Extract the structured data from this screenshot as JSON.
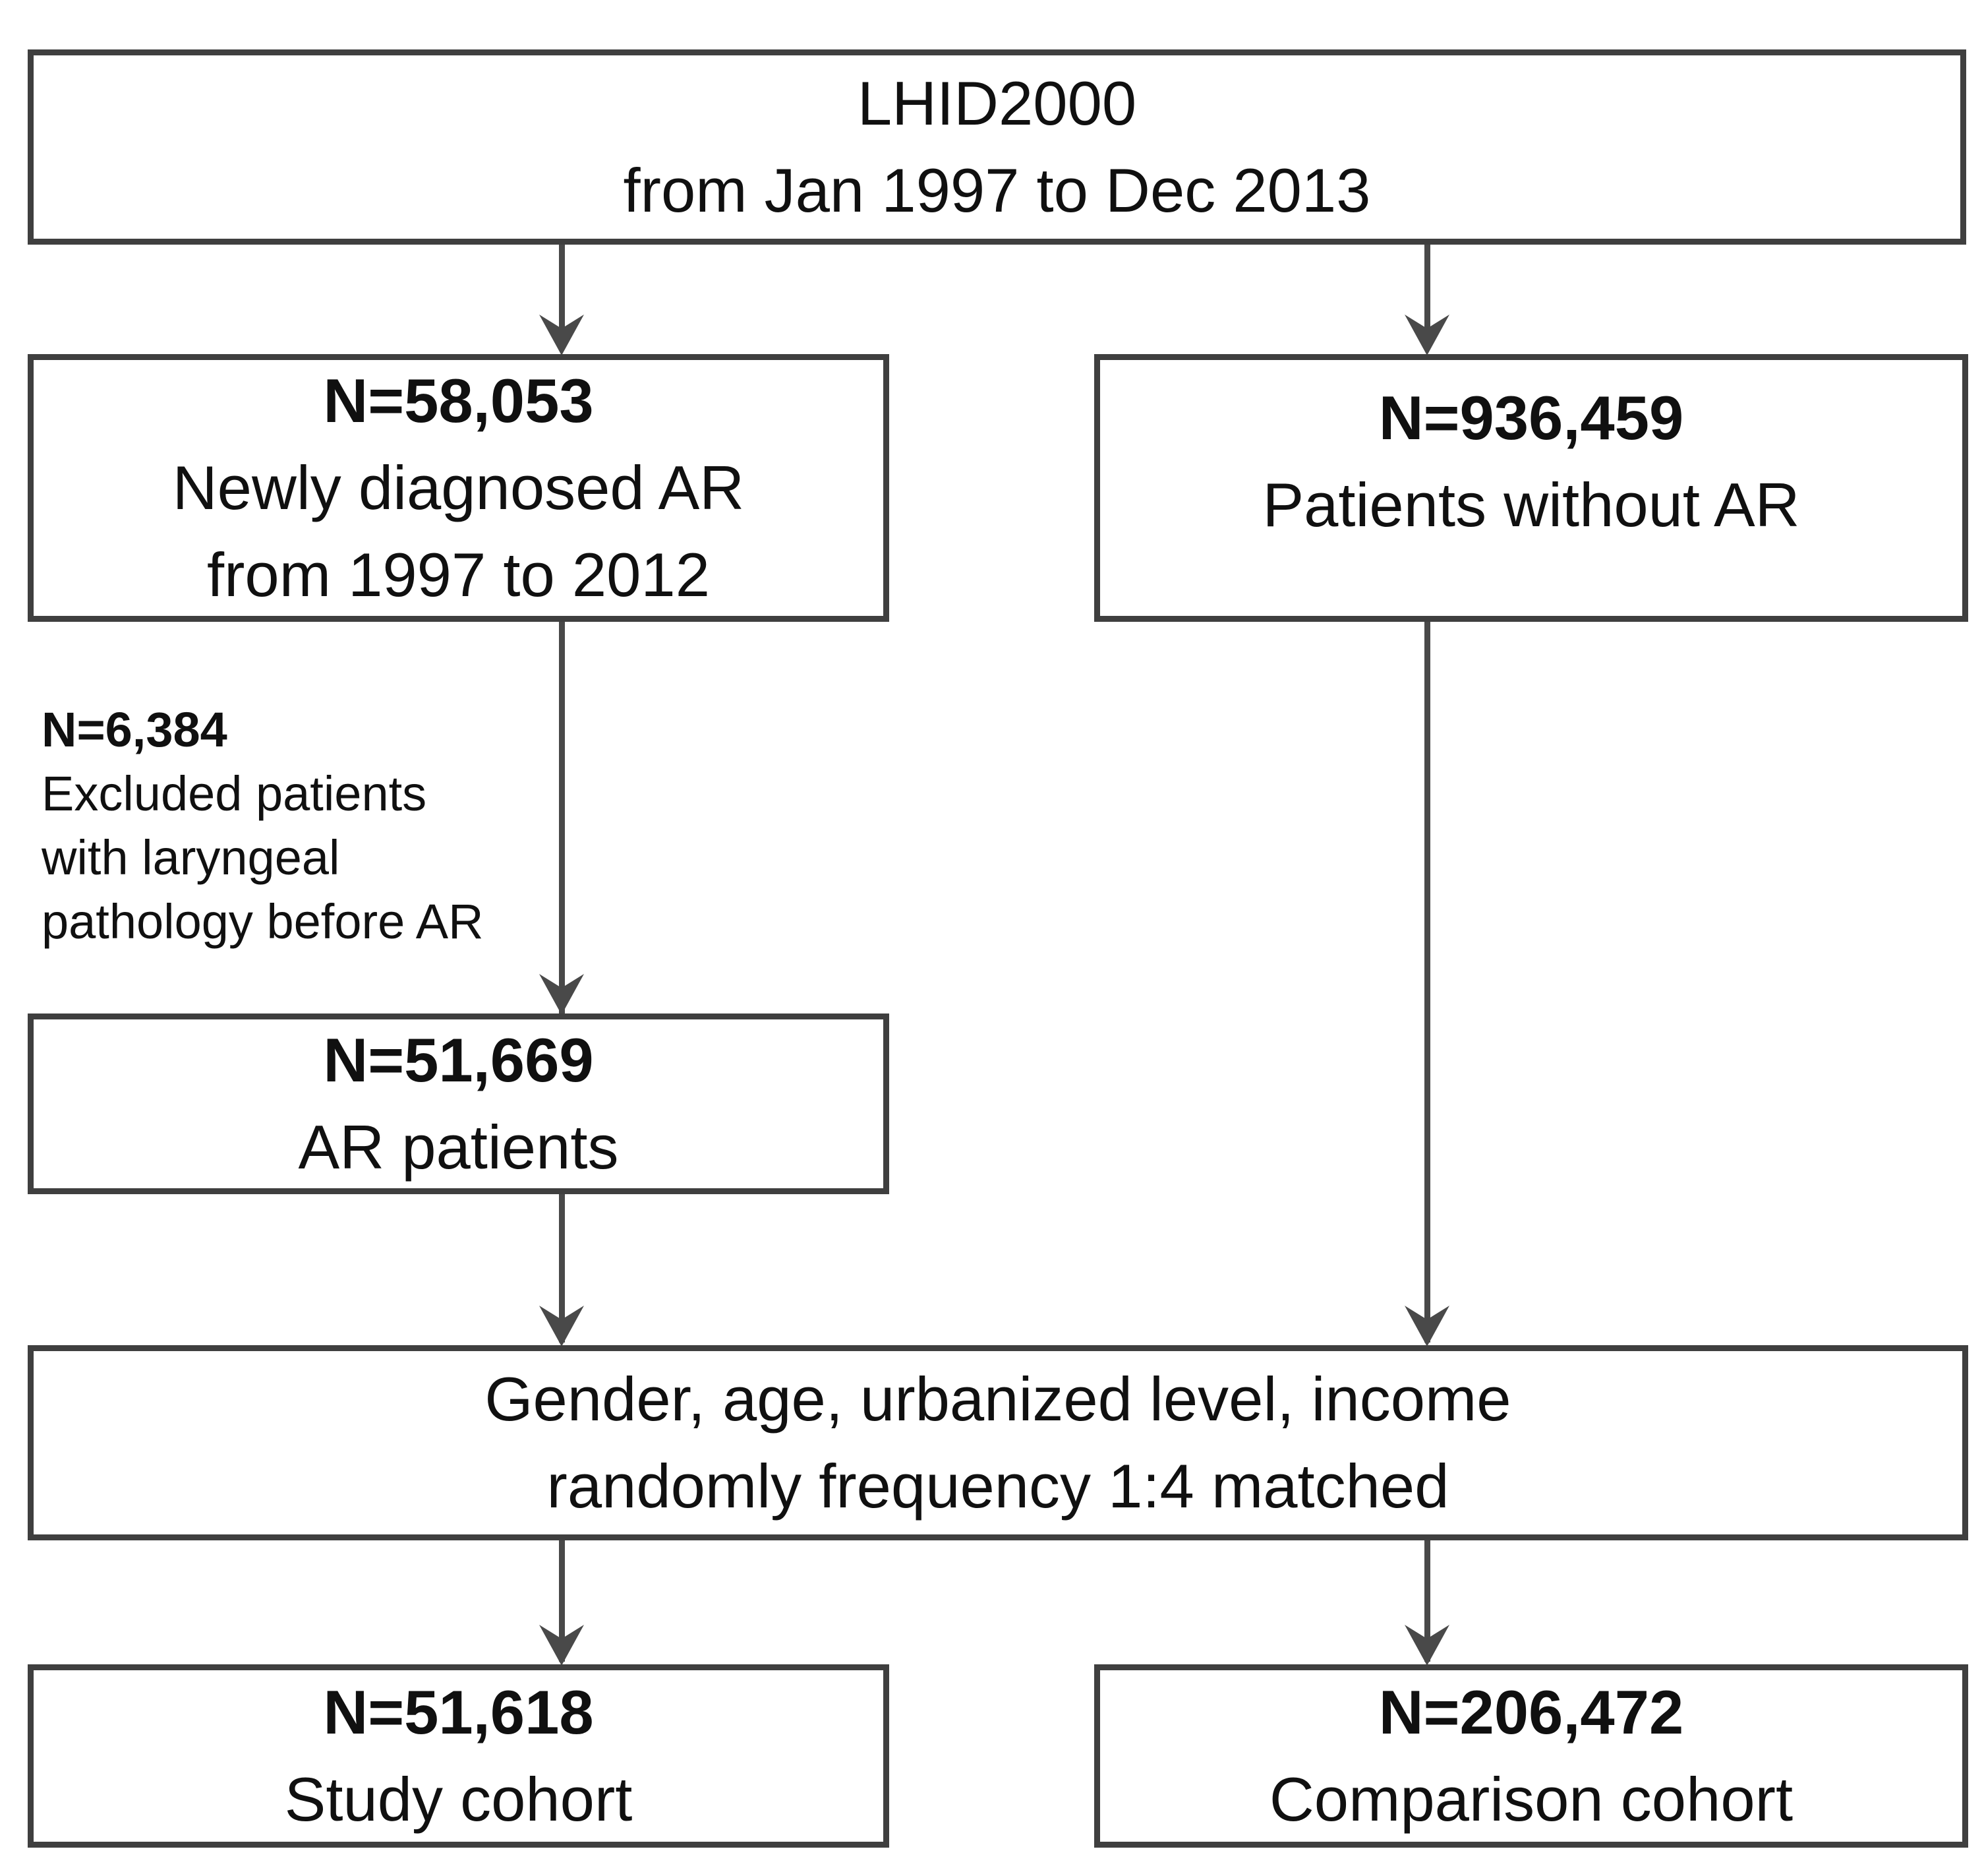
{
  "diagram": {
    "source_box": {
      "line1": "LHID2000",
      "line2": "from Jan 1997 to Dec 2013"
    },
    "newly_diagnosed_box": {
      "n": "N=58,053",
      "line2": "Newly diagnosed AR",
      "line3": "from 1997 to 2012"
    },
    "without_ar_box": {
      "n": "N=936,459",
      "line2": "Patients without AR"
    },
    "exclusion_note": {
      "n": "N=6,384",
      "line2": "Excluded patients",
      "line3": "with laryngeal",
      "line4": "pathology before AR"
    },
    "ar_patients_box": {
      "n": "N=51,669",
      "line2": "AR patients"
    },
    "matching_box": {
      "line1": "Gender, age, urbanized level, income",
      "line2": "randomly frequency 1:4 matched"
    },
    "study_cohort_box": {
      "n": "N=51,618",
      "line2": "Study cohort"
    },
    "comparison_cohort_box": {
      "n": "N=206,472",
      "line2": "Comparison cohort"
    }
  },
  "colors": {
    "background": "#ffffff",
    "box_border": "#3f3f3f",
    "arrow": "#494949",
    "text": "#101010"
  }
}
